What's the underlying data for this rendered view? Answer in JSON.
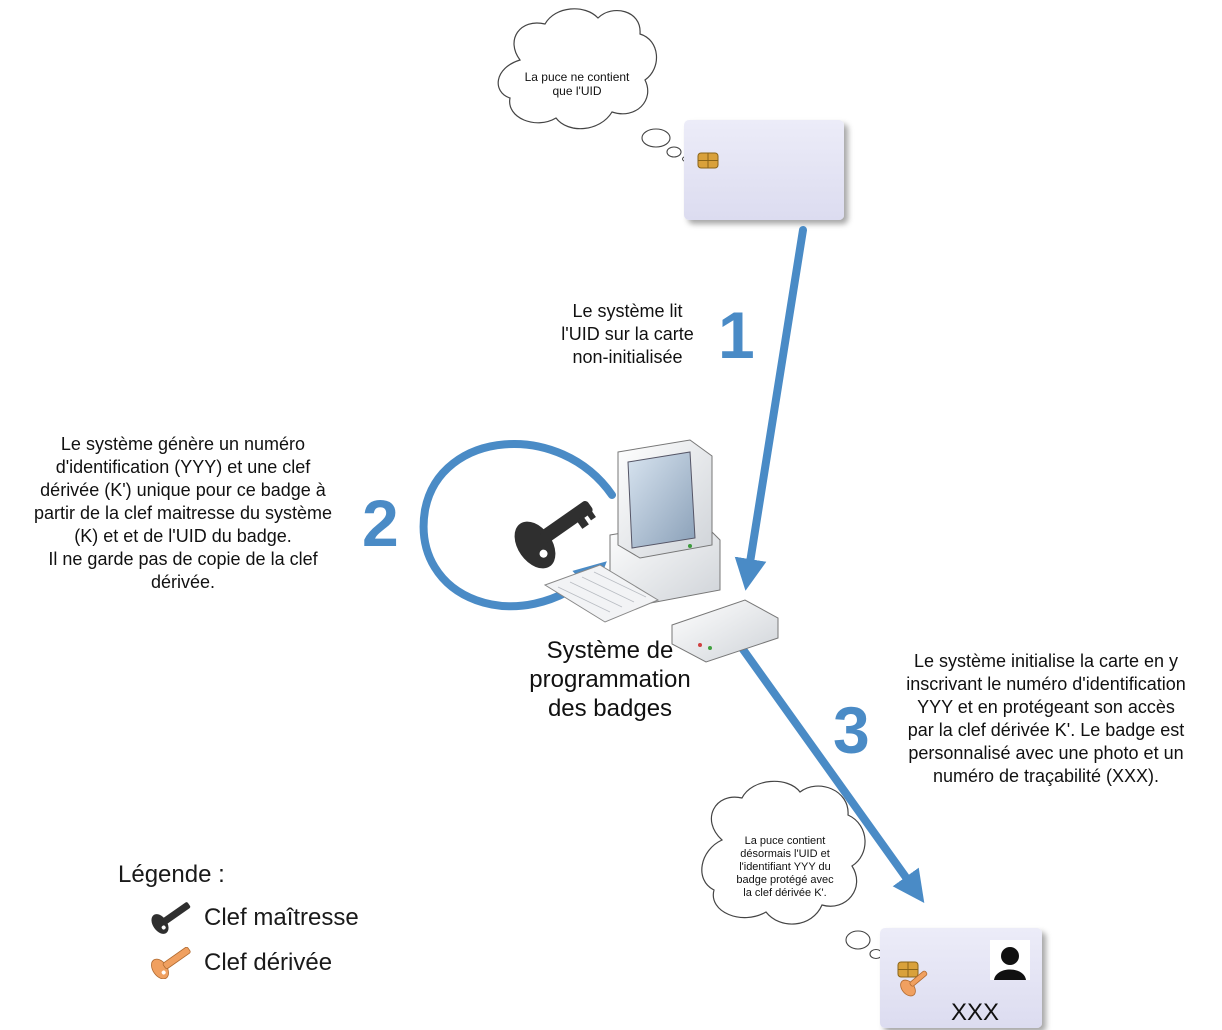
{
  "bubbles": {
    "top": "La puce ne contient\nque l'UID",
    "bottom": "La puce contient\ndésormais l'UID et\nl'identifiant YYY du\nbadge protégé avec\nla clef dérivée K'."
  },
  "steps": [
    {
      "number": "1",
      "text": "Le système lit\nl'UID sur la carte\nnon-initialisée"
    },
    {
      "number": "2",
      "text": "Le système génère un numéro\nd'identification (YYY) et une clef\ndérivée (K') unique pour ce badge à\npartir de la clef maitresse du système\n(K) et et de l'UID du badge.\nIl ne garde pas de copie de la clef\ndérivée."
    },
    {
      "number": "3",
      "text": "Le système initialise la carte en y\ninscrivant le numéro d'identification\nYYY et en protégeant son accès\npar la clef dérivée K'. Le badge est\npersonnalisé avec une photo et un\nnuméro de traçabilité (XXX)."
    }
  ],
  "station_label": "Système de\nprogrammation\ndes badges",
  "card_label": "XXX",
  "legend": {
    "title": "Légende :",
    "items": [
      {
        "label": "Clef maîtresse",
        "icon": "master-key-icon",
        "color": "#2f2f2f"
      },
      {
        "label": "Clef dérivée",
        "icon": "derived-key-icon",
        "color": "#f0a060"
      }
    ]
  },
  "colors": {
    "arrow": "#4a8bc6",
    "card": "#e6e6f5",
    "chip": "#d9a13b"
  }
}
